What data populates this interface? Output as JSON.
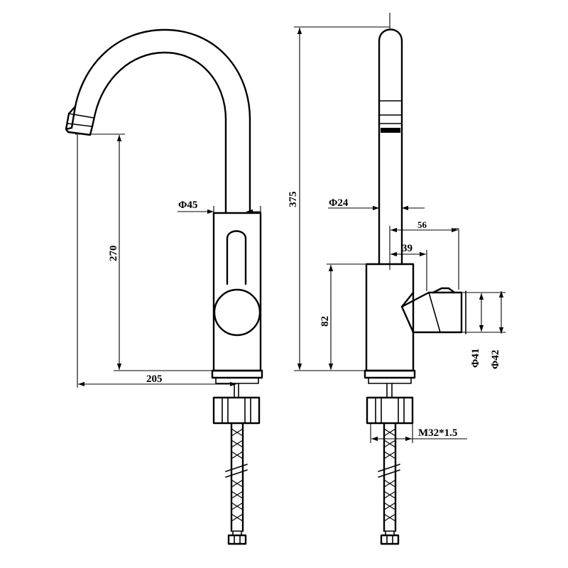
{
  "dimensions": {
    "phi45": "Φ45",
    "h270": "270",
    "w205": "205",
    "h375": "375",
    "phi24": "Φ24",
    "d56": "56",
    "d39": "39",
    "h82": "82",
    "phi41": "Φ41",
    "phi42": "Φ42",
    "thread": "M32*1.5"
  }
}
